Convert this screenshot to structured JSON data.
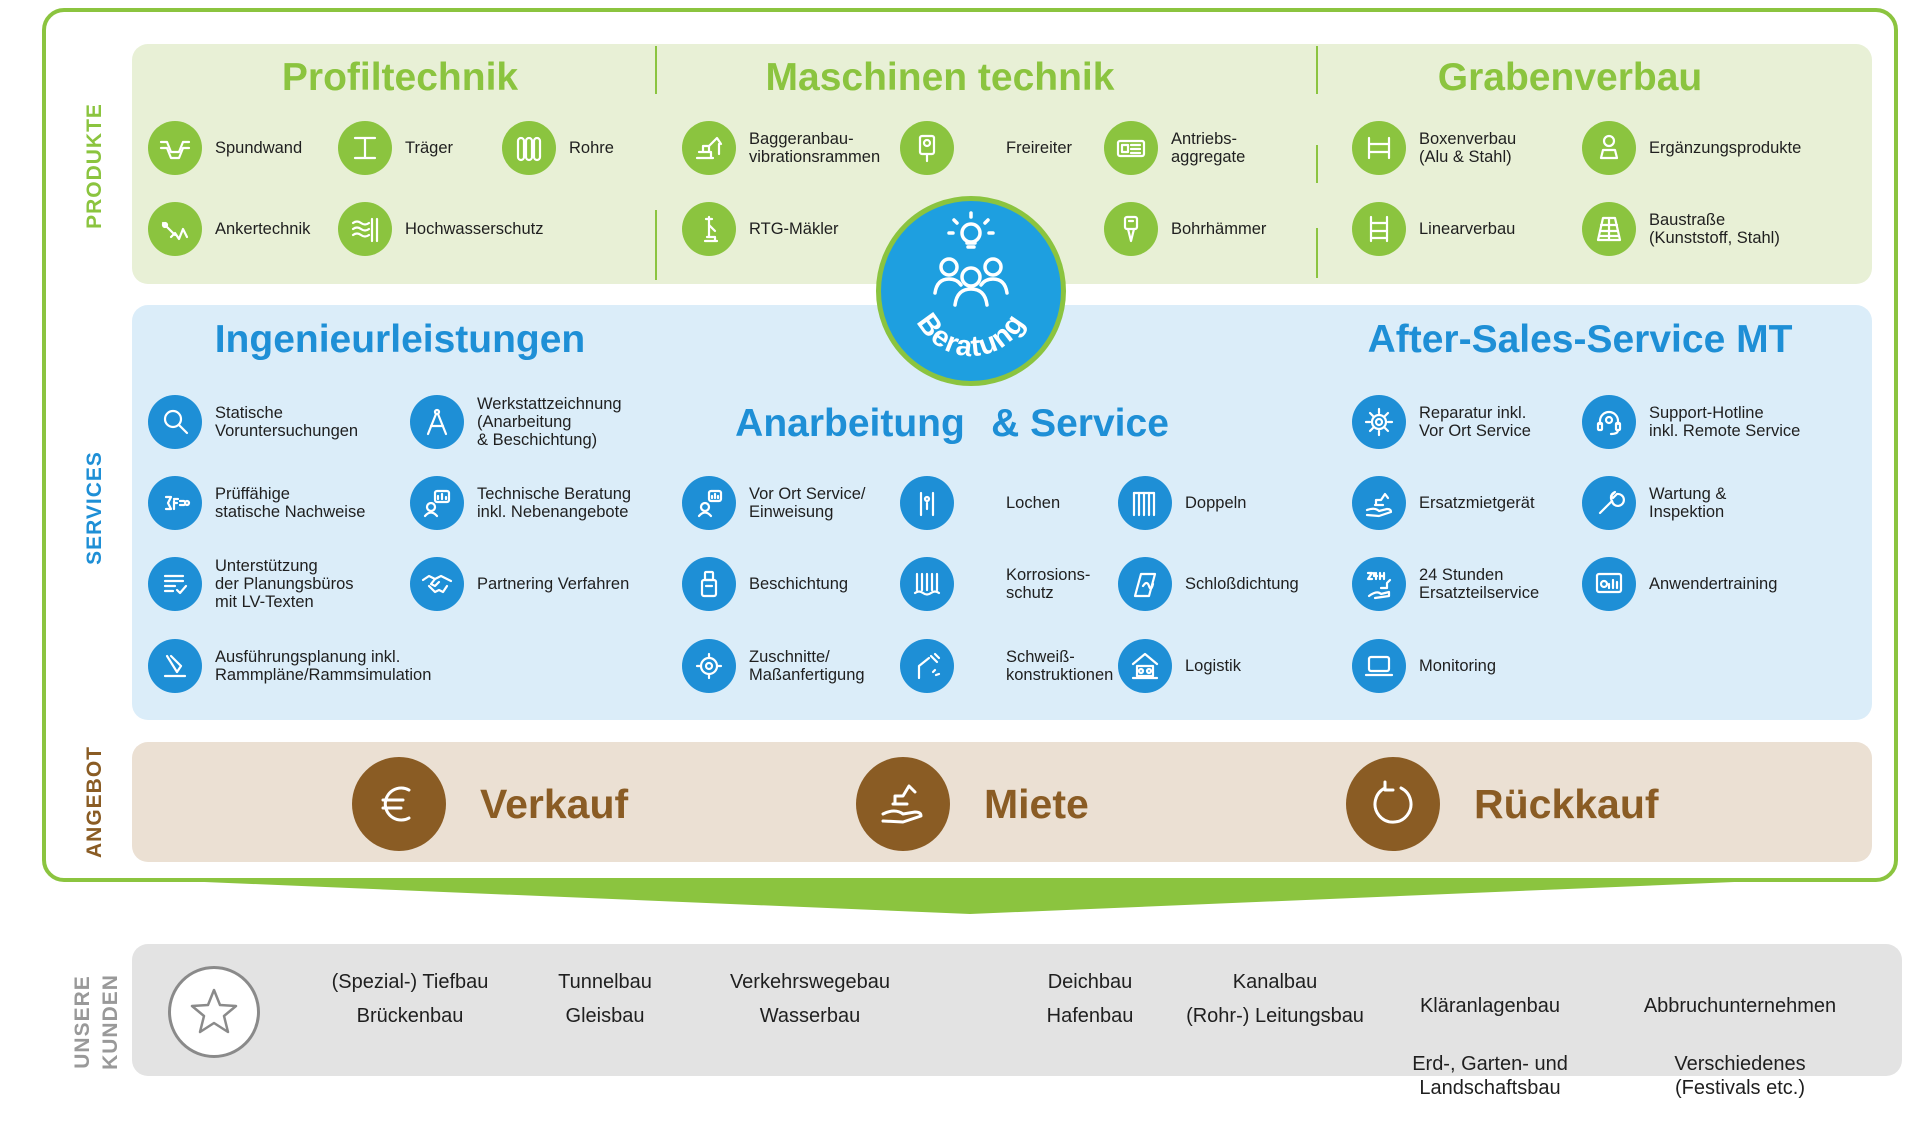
{
  "colors": {
    "green": "#8bc43f",
    "blue": "#1e8fd6",
    "brown": "#8a5c24",
    "grey": "#e3e3e3"
  },
  "labels": {
    "produkte": "PRODUKTE",
    "services": "SERVICES",
    "angebot": "ANGEBOT",
    "kunden_line1": "UNSERE",
    "kunden_line2": "KUNDEN"
  },
  "produkte": {
    "profiltechnik": {
      "title": "Profiltechnik",
      "items": [
        {
          "label": "Spundwand",
          "icon": "sheet-pile-icon"
        },
        {
          "label": "Träger",
          "icon": "beam-icon"
        },
        {
          "label": "Rohre",
          "icon": "pipes-icon"
        },
        {
          "label": "Ankertechnik",
          "icon": "anchor-icon"
        },
        {
          "label": "Hochwasserschutz",
          "icon": "flood-wall-icon"
        }
      ]
    },
    "maschinentechnik": {
      "title": "Maschinen technik",
      "items": [
        {
          "label": "Baggeranbau-\nvibrationsrammen",
          "icon": "excavator-icon"
        },
        {
          "label": "Freireiter",
          "icon": "vibrator-icon"
        },
        {
          "label": "Antriebs-\naggregate",
          "icon": "power-pack-icon"
        },
        {
          "label": "RTG-Mäkler",
          "icon": "rig-icon"
        },
        {
          "label": "Bohrhämmer",
          "icon": "drill-hammer-icon"
        }
      ]
    },
    "grabenverbau": {
      "title": "Grabenverbau",
      "items": [
        {
          "label": "Boxenverbau\n(Alu & Stahl)",
          "icon": "box-shoring-icon"
        },
        {
          "label": "Ergänzungsprodukte",
          "icon": "accessory-icon"
        },
        {
          "label": "Linearverbau",
          "icon": "linear-shoring-icon"
        },
        {
          "label": "Baustraße\n(Kunststoff, Stahl)",
          "icon": "road-mat-icon"
        }
      ]
    }
  },
  "beratung": {
    "label": "Beratung",
    "icon": "people-idea-icon"
  },
  "services": {
    "ingenieur": {
      "title": "Ingenieurleistungen",
      "items": [
        {
          "label": "Statische\nVoruntersuchungen",
          "icon": "magnifier-icon"
        },
        {
          "label": "Werkstattzeichnung\n(Anarbeitung\n& Beschichtung)",
          "icon": "compass-icon"
        },
        {
          "label": "Prüffähige\nstatische Nachweise",
          "icon": "formula-icon"
        },
        {
          "label": "Technische Beratung\ninkl. Nebenangebote",
          "icon": "advice-icon"
        },
        {
          "label": "Unterstützung\nder Planungsbüros\nmit LV-Texten",
          "icon": "document-check-icon"
        },
        {
          "label": "Partnering Verfahren",
          "icon": "handshake-icon"
        },
        {
          "label": "Ausführungsplanung inkl.\nRammpläne/Rammsimulation",
          "icon": "planning-icon"
        }
      ]
    },
    "anarbeitung": {
      "title_a": "Anarbeitung",
      "title_b": "& Service",
      "items": [
        {
          "label": "Vor Ort Service/\nEinweisung",
          "icon": "onsite-icon"
        },
        {
          "label": "Lochen",
          "icon": "punch-icon"
        },
        {
          "label": "Doppeln",
          "icon": "double-pile-icon"
        },
        {
          "label": "Beschichtung",
          "icon": "coating-icon"
        },
        {
          "label": "Korrosions-\nschutz",
          "icon": "corrosion-icon"
        },
        {
          "label": "Schloßdichtung",
          "icon": "seal-icon"
        },
        {
          "label": "Zuschnitte/\nMaßanfertigung",
          "icon": "cutting-icon"
        },
        {
          "label": "Schweiß-\nkonstruktionen",
          "icon": "welding-icon"
        },
        {
          "label": "Logistik",
          "icon": "logistics-icon"
        }
      ]
    },
    "aftersales": {
      "title": "After-Sales-Service MT",
      "items": [
        {
          "label": "Reparatur inkl.\nVor Ort Service",
          "icon": "repair-gear-icon"
        },
        {
          "label": "Support-Hotline\ninkl. Remote Service",
          "icon": "headset-icon"
        },
        {
          "label": "Ersatzmietgerät",
          "icon": "replacement-icon"
        },
        {
          "label": "Wartung &\nInspektion",
          "icon": "wrench-icon"
        },
        {
          "label": "24 Stunden\nErsatzteilservice",
          "icon": "24h-icon"
        },
        {
          "label": "Anwendertraining",
          "icon": "training-icon"
        },
        {
          "label": "Monitoring",
          "icon": "monitor-icon"
        }
      ]
    }
  },
  "angebot": [
    {
      "label": "Verkauf",
      "icon": "euro-icon"
    },
    {
      "label": "Miete",
      "icon": "rent-icon"
    },
    {
      "label": "Rückkauf",
      "icon": "buyback-icon"
    }
  ],
  "kunden": [
    [
      "(Spezial-) Tiefbau",
      "Brückenbau"
    ],
    [
      "Tunnelbau",
      "Gleisbau"
    ],
    [
      "Verkehrswegebau",
      "Wasserbau"
    ],
    [
      "Deichbau",
      "Hafenbau"
    ],
    [
      "Kanalbau",
      "(Rohr-) Leitungsbau"
    ],
    [
      "Kläranlagenbau",
      "Erd-, Garten- und\nLandschaftsbau"
    ],
    [
      "Abbruchunternehmen",
      "Verschiedenes\n(Festivals etc.)"
    ]
  ]
}
